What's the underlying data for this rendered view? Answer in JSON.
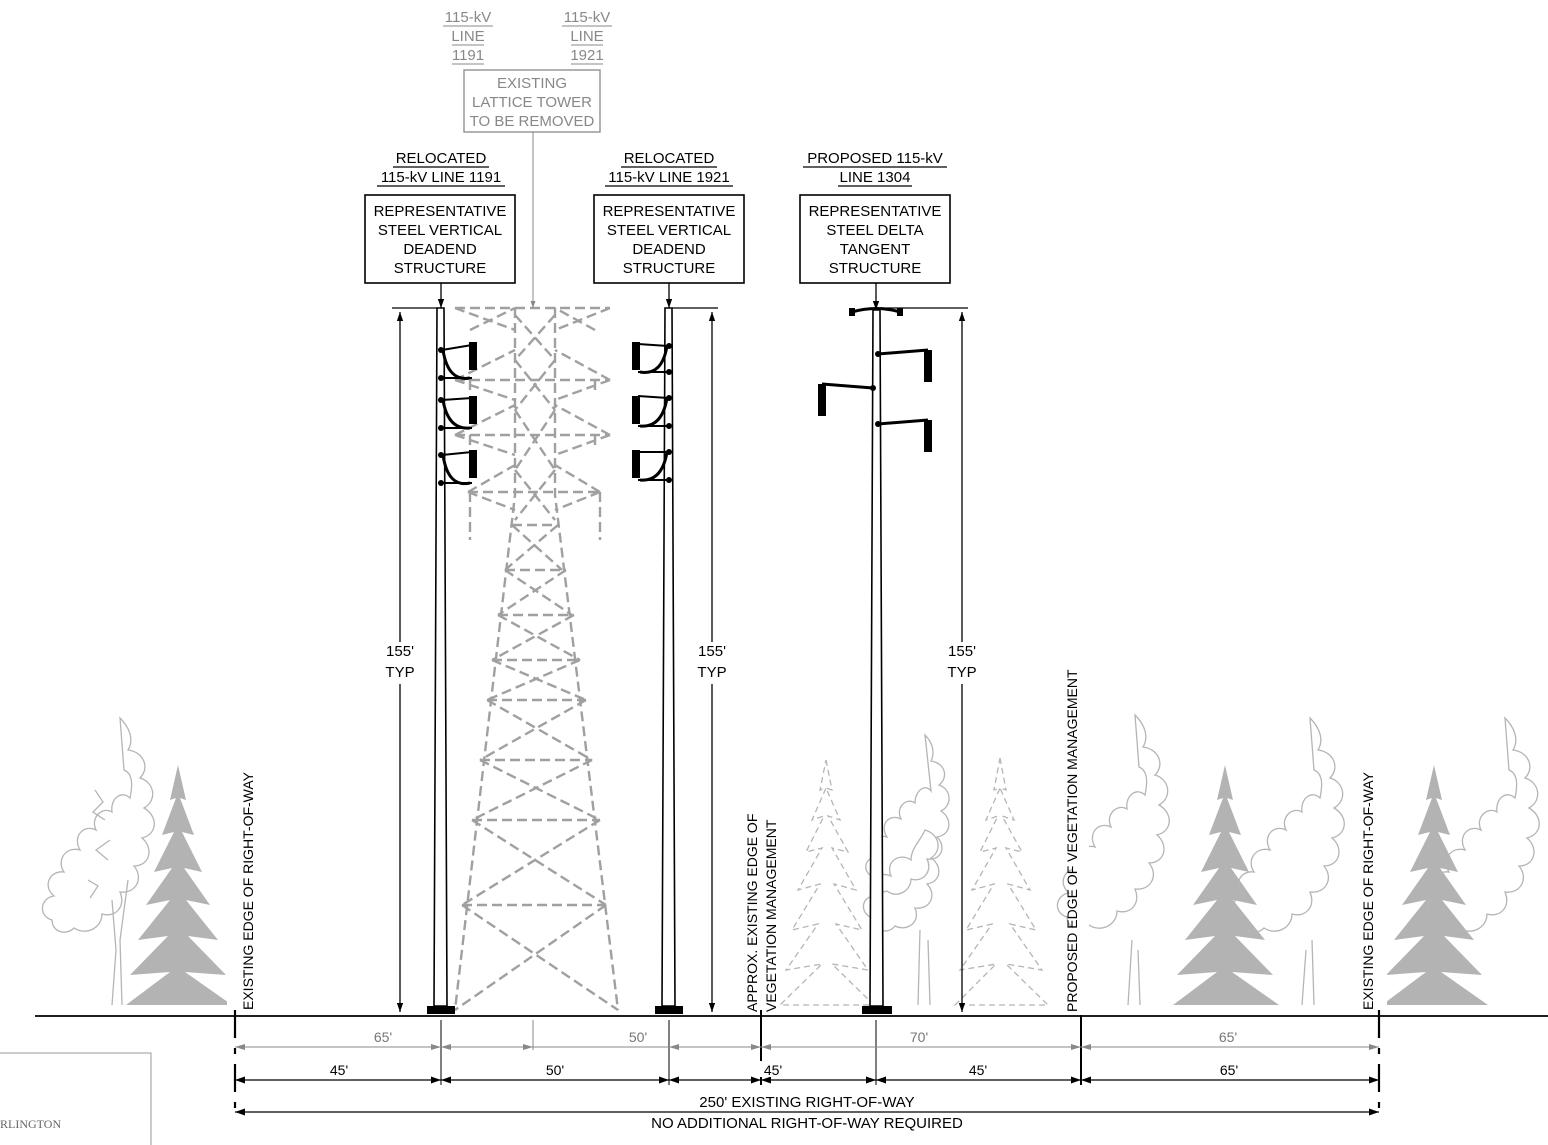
{
  "labels": {
    "tower_line_a": [
      "115-kV",
      "LINE",
      "1191"
    ],
    "tower_line_b": [
      "115-kV",
      "LINE",
      "1921"
    ],
    "tower_box": [
      "EXISTING",
      "LATTICE TOWER",
      "TO BE REMOVED"
    ],
    "s1_title": [
      "RELOCATED",
      "115-kV LINE 1191"
    ],
    "s1_box": [
      "REPRESENTATIVE",
      "STEEL VERTICAL",
      "DEADEND",
      "STRUCTURE"
    ],
    "s2_title": [
      "RELOCATED",
      "115-kV LINE 1921"
    ],
    "s2_box": [
      "REPRESENTATIVE",
      "STEEL VERTICAL",
      "DEADEND",
      "STRUCTURE"
    ],
    "s3_title": [
      "PROPOSED 115-kV",
      "LINE 1304"
    ],
    "s3_box": [
      "REPRESENTATIVE",
      "STEEL DELTA",
      "TANGENT",
      "STRUCTURE"
    ]
  },
  "heights": {
    "h1": [
      "155'",
      "TYP"
    ],
    "h2": [
      "155'",
      "TYP"
    ],
    "h3": [
      "155'",
      "TYP"
    ]
  },
  "vertical_labels": {
    "row_left": "EXISTING EDGE OF RIGHT-OF-WAY",
    "veg_existing": [
      "APPROX. EXISTING EDGE OF",
      "VEGETATION MANAGEMENT"
    ],
    "veg_proposed": "PROPOSED EDGE OF VEGETATION MANAGEMENT",
    "row_right": "EXISTING EDGE OF RIGHT-OF-WAY"
  },
  "dimensions": {
    "existing": [
      "65'",
      "50'",
      "70'",
      "65'"
    ],
    "proposed": [
      "45'",
      "50'",
      "45'",
      "45'",
      "65'"
    ],
    "total": [
      "250' EXISTING RIGHT-OF-WAY",
      "NO ADDITIONAL RIGHT-OF-WAY REQUIRED"
    ]
  },
  "corner_text": "RLINGTON"
}
